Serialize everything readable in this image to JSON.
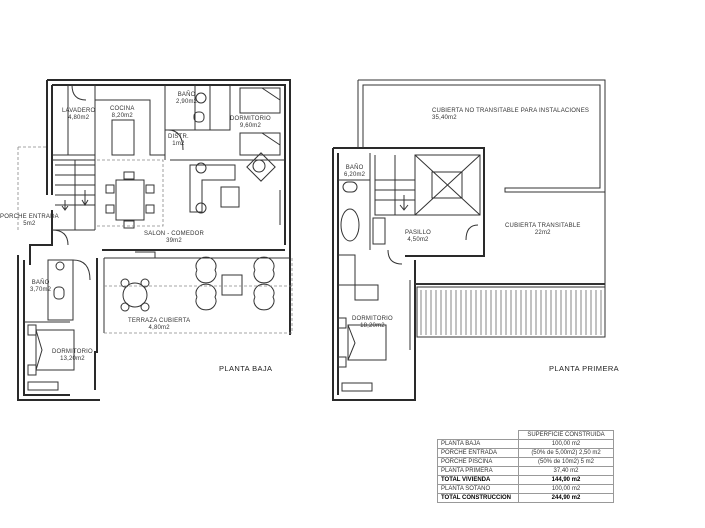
{
  "drawing": {
    "line_color": "#333333",
    "wall_color": "#2a2a2a",
    "dash_color": "#888888"
  },
  "planta_baja": {
    "title": "PLANTA BAJA",
    "rooms": [
      {
        "name": "LAVADERO",
        "area": "4,80m2"
      },
      {
        "name": "COCINA",
        "area": "8,20m2"
      },
      {
        "name": "BAÑO",
        "area": "2,90m2"
      },
      {
        "name": "DORMITORIO",
        "area": "9,60m2"
      },
      {
        "name": "DISTR.",
        "area": "1m2"
      },
      {
        "name": "PORCHE ENTRADA",
        "area": "5m2"
      },
      {
        "name": "SALON - COMEDOR",
        "area": "39m2"
      },
      {
        "name": "BAÑO",
        "area": "3,70m2"
      },
      {
        "name": "TERRAZA CUBIERTA",
        "area": "4,80m2"
      },
      {
        "name": "DORMITORIO",
        "area": "13,20m2"
      }
    ]
  },
  "planta_primera": {
    "title": "PLANTA PRIMERA",
    "rooms": [
      {
        "name": "CUBIERTA NO TRANSITABLE PARA INSTALACIONES",
        "area": "35,40m2"
      },
      {
        "name": "BAÑO",
        "area": "6,20m2"
      },
      {
        "name": "PASILLO",
        "area": "4,50m2"
      },
      {
        "name": "CUBIERTA TRANSITABLE",
        "area": "22m2"
      },
      {
        "name": "DORMITORIO",
        "area": "18,20m2"
      }
    ]
  },
  "superficie_table": {
    "header": "SUPERFICIE CONSTRUIDA",
    "rows": [
      {
        "label": "PLANTA BAJA",
        "value": "100,00 m2"
      },
      {
        "label": "PORCHE ENTRADA",
        "value": "(50% de 5,00m2) 2,50 m2"
      },
      {
        "label": "PORCHE PISCINA",
        "value": "(50% de 10m2) 5 m2"
      },
      {
        "label": "PLANTA PRIMERA",
        "value": "37,40 m2"
      },
      {
        "label": "TOTAL VIVIENDA",
        "value": "144,90 m2"
      },
      {
        "label": "PLANTA SOTANO",
        "value": "100,00 m2"
      },
      {
        "label": "TOTAL CONSTRUCCION",
        "value": "244,90 m2"
      }
    ]
  }
}
